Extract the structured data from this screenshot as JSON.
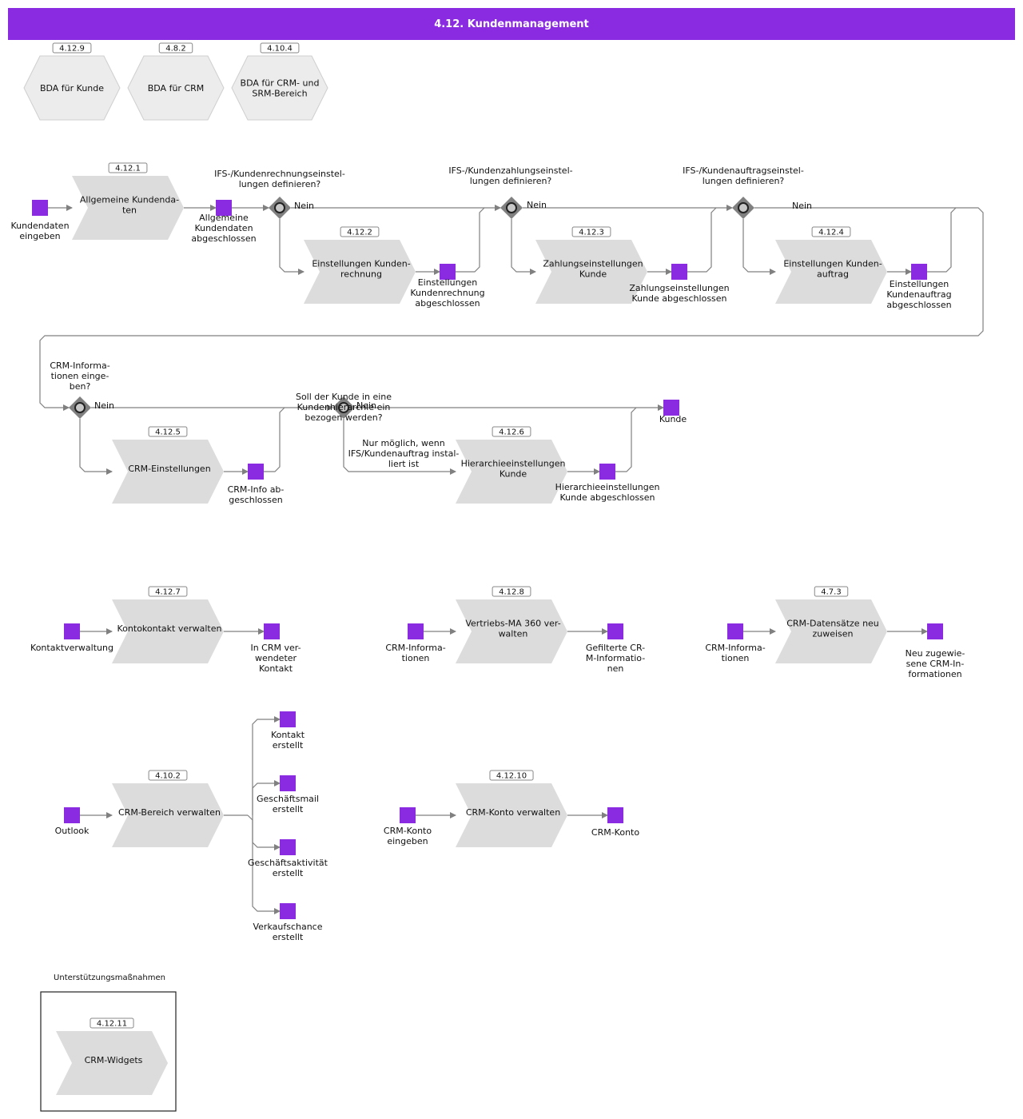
{
  "header": {
    "title": "4.12. Kundenmanagement"
  },
  "colors": {
    "accent": "#8a2be2",
    "process": "#dcdcdc",
    "connector": "#808080"
  },
  "hexagons": [
    {
      "id": "4.12.9",
      "label": [
        "BDA für Kunde"
      ]
    },
    {
      "id": "4.8.2",
      "label": [
        "BDA für CRM"
      ]
    },
    {
      "id": "4.10.4",
      "label": [
        "BDA für CRM- und",
        "SRM-Bereich"
      ]
    }
  ],
  "processes": [
    {
      "id": "4.12.1",
      "label": [
        "Allgemeine Kundenda-",
        "ten"
      ]
    },
    {
      "id": "4.12.2",
      "label": [
        "Einstellungen Kunden-",
        "rechnung"
      ]
    },
    {
      "id": "4.12.3",
      "label": [
        "Zahlungseinstellungen",
        "Kunde"
      ]
    },
    {
      "id": "4.12.4",
      "label": [
        "Einstellungen Kunden-",
        "auftrag"
      ]
    },
    {
      "id": "4.12.5",
      "label": [
        "CRM-Einstellungen"
      ]
    },
    {
      "id": "4.12.6",
      "label": [
        "Hierarchieeinstellungen",
        "Kunde"
      ]
    },
    {
      "id": "4.12.7",
      "label": [
        "Kontokontakt verwalten"
      ]
    },
    {
      "id": "4.12.8",
      "label": [
        "Vertriebs-MA 360 ver-",
        "walten"
      ]
    },
    {
      "id": "4.7.3",
      "label": [
        "CRM-Datensätze neu",
        "zuweisen"
      ]
    },
    {
      "id": "4.10.2",
      "label": [
        "CRM-Bereich verwalten"
      ]
    },
    {
      "id": "4.12.10",
      "label": [
        "CRM-Konto verwalten"
      ]
    },
    {
      "id": "4.12.11",
      "label": [
        "CRM-Widgets"
      ]
    }
  ],
  "events": [
    {
      "label": [
        "Kundendaten",
        "eingeben"
      ]
    },
    {
      "label": [
        "Allgemeine",
        "Kundendaten",
        "abgeschlossen"
      ]
    },
    {
      "label": [
        "Einstellungen",
        "Kundenrechnung",
        "abgeschlossen"
      ]
    },
    {
      "label": [
        "Zahlungseinstellungen",
        "Kunde abgeschlossen"
      ]
    },
    {
      "label": [
        "Einstellungen",
        "Kundenauftrag",
        "abgeschlossen"
      ]
    },
    {
      "label": [
        "CRM-Info ab-",
        "geschlossen"
      ]
    },
    {
      "label": [
        "Hierarchieeinstellungen",
        "Kunde abgeschlossen"
      ]
    },
    {
      "label": [
        "Kunde"
      ]
    },
    {
      "label": [
        "Kontaktverwaltung"
      ]
    },
    {
      "label": [
        "In CRM ver-",
        "wendeter",
        "Kontakt"
      ]
    },
    {
      "label": [
        "CRM-Informa-",
        "tionen"
      ]
    },
    {
      "label": [
        "Gefilterte CR-",
        "M-Informatio-",
        "nen"
      ]
    },
    {
      "label": [
        "CRM-Informa-",
        "tionen"
      ]
    },
    {
      "label": [
        "Neu zugewie-",
        "sene CRM-In-",
        "formationen"
      ]
    },
    {
      "label": [
        "Outlook"
      ]
    },
    {
      "label": [
        "Kontakt",
        "erstellt"
      ]
    },
    {
      "label": [
        "Geschäftsmail",
        "erstellt"
      ]
    },
    {
      "label": [
        "Geschäftsaktivität",
        "erstellt"
      ]
    },
    {
      "label": [
        "Verkaufschance",
        "erstellt"
      ]
    },
    {
      "label": [
        "CRM-Konto",
        "eingeben"
      ]
    },
    {
      "label": [
        "CRM-Konto"
      ]
    }
  ],
  "gateways": [
    {
      "question": [
        "IFS-/Kundenrechnungseinstel-",
        "lungen definieren?"
      ],
      "no_label": "Nein"
    },
    {
      "question": [
        "IFS-/Kundenzahlungseinstel-",
        "lungen definieren?"
      ],
      "no_label": "Nein"
    },
    {
      "question": [
        "IFS-/Kundenauftragseinstel-",
        "lungen definieren?"
      ],
      "no_label": "Nein"
    },
    {
      "question": [
        "CRM-Informa-",
        "tionen einge-",
        "ben?"
      ],
      "no_label": "Nein"
    },
    {
      "question": [
        "Soll der Kunde in eine",
        "Kundenhierarchie ein",
        "bezogen werden?"
      ],
      "no_label": "Nein"
    }
  ],
  "notes": [
    {
      "text": [
        "Nur möglich, wenn",
        "IFS/Kundenauftrag instal-",
        "liert ist"
      ]
    }
  ],
  "support": {
    "title": "Unterstützungsmaßnahmen"
  }
}
